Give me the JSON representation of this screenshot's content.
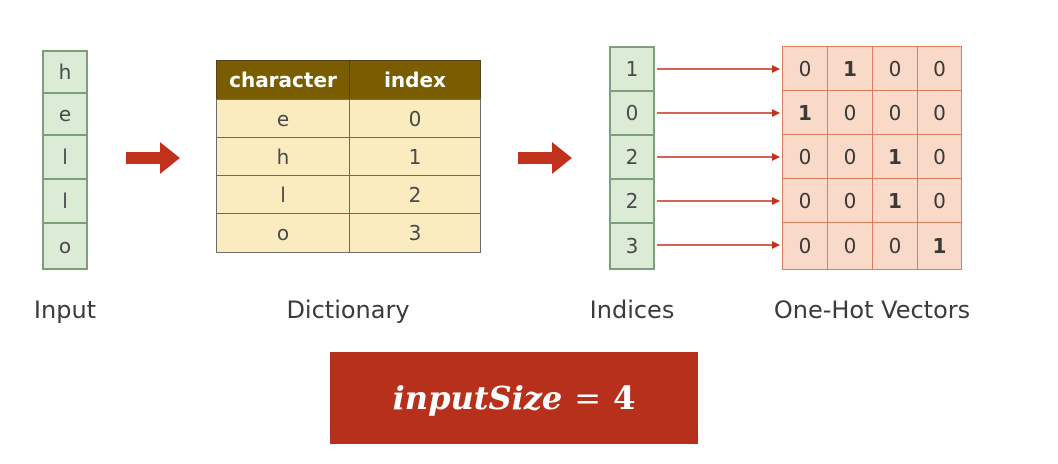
{
  "input": {
    "caption": "Input",
    "chars": [
      "h",
      "e",
      "l",
      "l",
      "o"
    ]
  },
  "dictionary": {
    "caption": "Dictionary",
    "headers": [
      "character",
      "index"
    ],
    "rows": [
      [
        "e",
        "0"
      ],
      [
        "h",
        "1"
      ],
      [
        "l",
        "2"
      ],
      [
        "o",
        "3"
      ]
    ]
  },
  "indices": {
    "caption": "Indices",
    "values": [
      "1",
      "0",
      "2",
      "2",
      "3"
    ]
  },
  "one_hot": {
    "caption": "One-Hot Vectors",
    "rows": [
      [
        "0",
        "1",
        "0",
        "0"
      ],
      [
        "1",
        "0",
        "0",
        "0"
      ],
      [
        "0",
        "0",
        "1",
        "0"
      ],
      [
        "0",
        "0",
        "1",
        "0"
      ],
      [
        "0",
        "0",
        "0",
        "1"
      ]
    ]
  },
  "formula": {
    "lhs": "inputSize",
    "eq": "=",
    "rhs": "4"
  },
  "colors": {
    "green_fill": "#dcebd6",
    "dict_header": "#7a5d00",
    "dict_fill": "#fbecc0",
    "onehot_fill": "#f9d9c7",
    "arrow_red": "#b7301c"
  }
}
